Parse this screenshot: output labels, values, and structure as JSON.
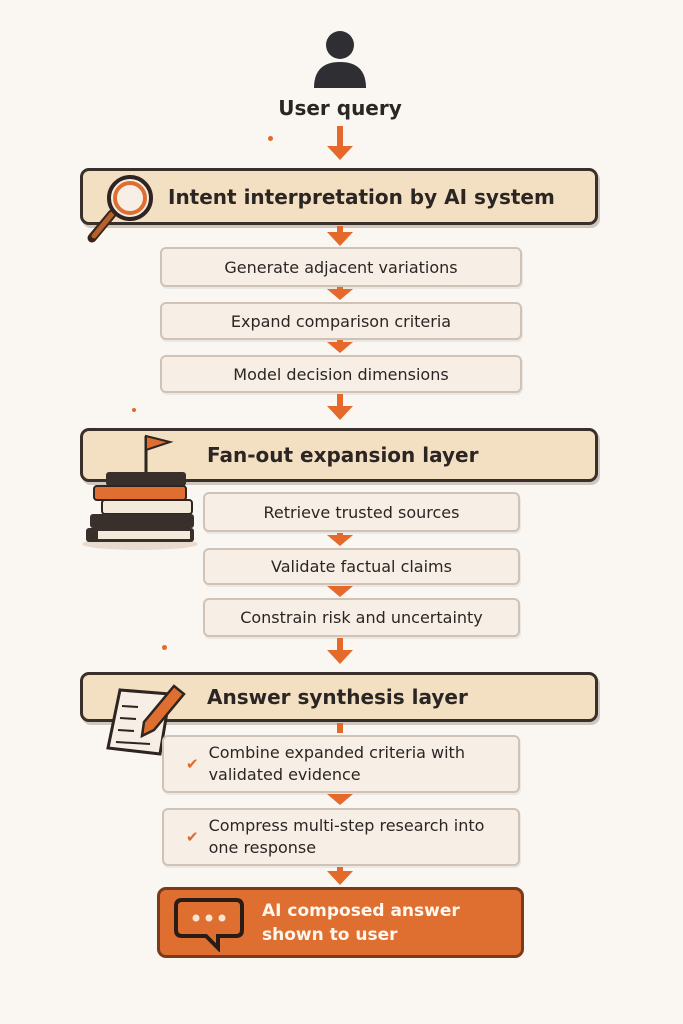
{
  "user": {
    "label": "User query"
  },
  "layers": [
    {
      "title": "Intent interpretation by AI system",
      "icon": "magnifier-icon",
      "steps": [
        "Generate adjacent variations",
        "Expand comparison criteria",
        "Model decision dimensions"
      ]
    },
    {
      "title": "Fan-out expansion layer",
      "icon": "books-flag-icon",
      "steps": [
        "Retrieve trusted sources",
        "Validate factual claims",
        "Constrain risk and uncertainty"
      ]
    },
    {
      "title": "Answer synthesis layer",
      "icon": "notepad-pencil-icon",
      "steps": [
        "Combine expanded criteria with validated evidence",
        "Compress multi-step research into one response"
      ]
    }
  ],
  "final": {
    "label": "AI composed answer shown to user",
    "icon": "chat-bubble-icon"
  },
  "colors": {
    "accent": "#e4692a",
    "layer_fill": "#f3dfc2",
    "final_fill": "#df6f30"
  }
}
